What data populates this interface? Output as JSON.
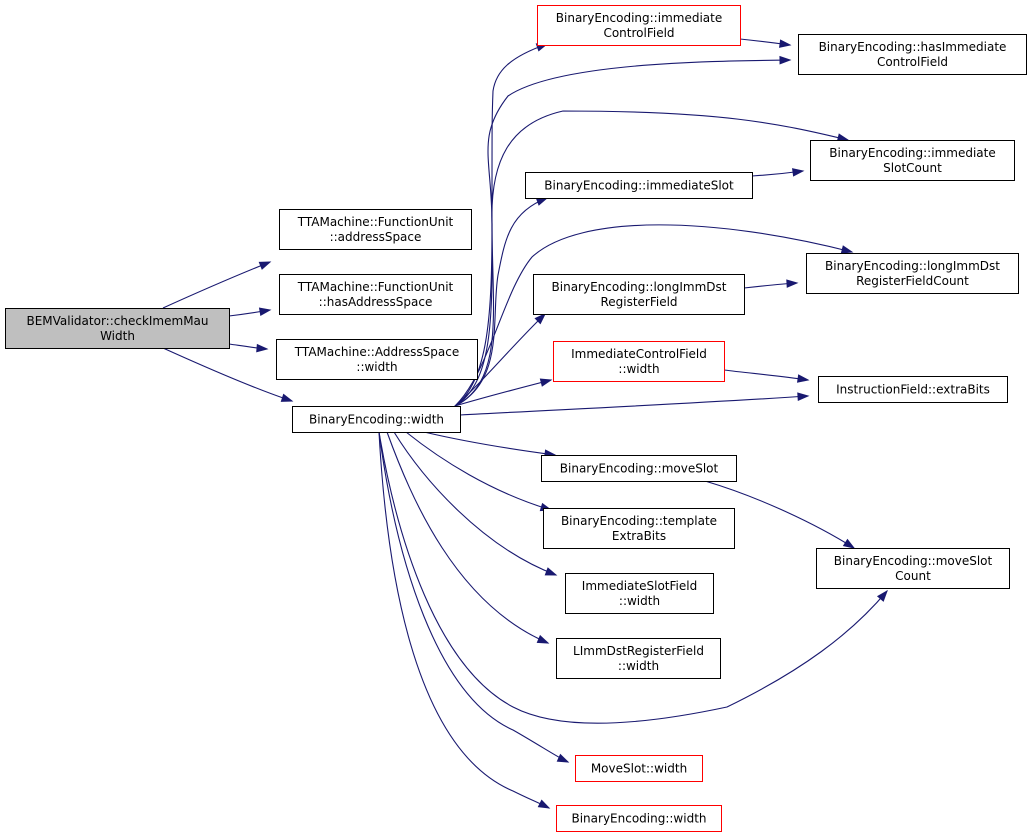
{
  "diagram": {
    "colors": {
      "edge": "#191970",
      "root_fill": "#bfbfbf",
      "node_fill": "#ffffff",
      "node_border": "#000000",
      "node_border_incomplete": "#ff0000"
    },
    "nodes": [
      {
        "id": "root",
        "lines": [
          "BEMValidator::checkImemMau",
          "Width"
        ],
        "style": "root"
      },
      {
        "id": "fu_addressSpace",
        "lines": [
          "TTAMachine::FunctionUnit",
          "::addressSpace"
        ],
        "style": "normal"
      },
      {
        "id": "fu_hasAddressSpace",
        "lines": [
          "TTAMachine::FunctionUnit",
          "::hasAddressSpace"
        ],
        "style": "normal"
      },
      {
        "id": "as_width",
        "lines": [
          "TTAMachine::AddressSpace",
          "::width"
        ],
        "style": "normal"
      },
      {
        "id": "be_width",
        "lines": [
          "BinaryEncoding::width"
        ],
        "style": "normal"
      },
      {
        "id": "be_immediateControlField",
        "lines": [
          "BinaryEncoding::immediate",
          "ControlField"
        ],
        "style": "red"
      },
      {
        "id": "be_hasImmediateControlField",
        "lines": [
          "BinaryEncoding::hasImmediate",
          "ControlField"
        ],
        "style": "normal"
      },
      {
        "id": "be_immediateSlot",
        "lines": [
          "BinaryEncoding::immediateSlot"
        ],
        "style": "normal"
      },
      {
        "id": "be_immediateSlotCount",
        "lines": [
          "BinaryEncoding::immediate",
          "SlotCount"
        ],
        "style": "normal"
      },
      {
        "id": "be_longImmDstRegisterField",
        "lines": [
          "BinaryEncoding::longImmDst",
          "RegisterField"
        ],
        "style": "normal"
      },
      {
        "id": "be_longImmDstRegisterFieldCount",
        "lines": [
          "BinaryEncoding::longImmDst",
          "RegisterFieldCount"
        ],
        "style": "normal"
      },
      {
        "id": "icf_width",
        "lines": [
          "ImmediateControlField",
          "::width"
        ],
        "style": "red"
      },
      {
        "id": "if_extraBits",
        "lines": [
          "InstructionField::extraBits"
        ],
        "style": "normal"
      },
      {
        "id": "be_moveSlot",
        "lines": [
          "BinaryEncoding::moveSlot"
        ],
        "style": "normal"
      },
      {
        "id": "be_templateExtraBits",
        "lines": [
          "BinaryEncoding::template",
          "ExtraBits"
        ],
        "style": "normal"
      },
      {
        "id": "be_moveSlotCount",
        "lines": [
          "BinaryEncoding::moveSlot",
          "Count"
        ],
        "style": "normal"
      },
      {
        "id": "isf_width",
        "lines": [
          "ImmediateSlotField",
          "::width"
        ],
        "style": "normal"
      },
      {
        "id": "lidrf_width",
        "lines": [
          "LImmDstRegisterField",
          "::width"
        ],
        "style": "normal"
      },
      {
        "id": "ms_width",
        "lines": [
          "MoveSlot::width"
        ],
        "style": "red"
      },
      {
        "id": "be_width2",
        "lines": [
          "BinaryEncoding::width"
        ],
        "style": "red"
      }
    ],
    "edges": [
      {
        "from": "root",
        "to": "fu_addressSpace"
      },
      {
        "from": "root",
        "to": "fu_hasAddressSpace"
      },
      {
        "from": "root",
        "to": "as_width"
      },
      {
        "from": "root",
        "to": "be_width"
      },
      {
        "from": "be_width",
        "to": "be_immediateControlField"
      },
      {
        "from": "be_width",
        "to": "be_hasImmediateControlField"
      },
      {
        "from": "be_width",
        "to": "be_immediateSlotCount"
      },
      {
        "from": "be_width",
        "to": "be_immediateSlot"
      },
      {
        "from": "be_width",
        "to": "be_longImmDstRegisterFieldCount"
      },
      {
        "from": "be_width",
        "to": "be_longImmDstRegisterField"
      },
      {
        "from": "be_width",
        "to": "icf_width"
      },
      {
        "from": "be_width",
        "to": "if_extraBits"
      },
      {
        "from": "be_width",
        "to": "be_moveSlot"
      },
      {
        "from": "be_width",
        "to": "be_templateExtraBits"
      },
      {
        "from": "be_width",
        "to": "isf_width"
      },
      {
        "from": "be_width",
        "to": "lidrf_width"
      },
      {
        "from": "be_width",
        "to": "be_moveSlotCount"
      },
      {
        "from": "be_width",
        "to": "ms_width"
      },
      {
        "from": "be_width",
        "to": "be_width2"
      },
      {
        "from": "be_immediateControlField",
        "to": "be_hasImmediateControlField"
      },
      {
        "from": "be_immediateSlot",
        "to": "be_immediateSlotCount"
      },
      {
        "from": "be_longImmDstRegisterField",
        "to": "be_longImmDstRegisterFieldCount"
      },
      {
        "from": "icf_width",
        "to": "if_extraBits"
      },
      {
        "from": "be_moveSlot",
        "to": "be_moveSlotCount"
      }
    ]
  }
}
